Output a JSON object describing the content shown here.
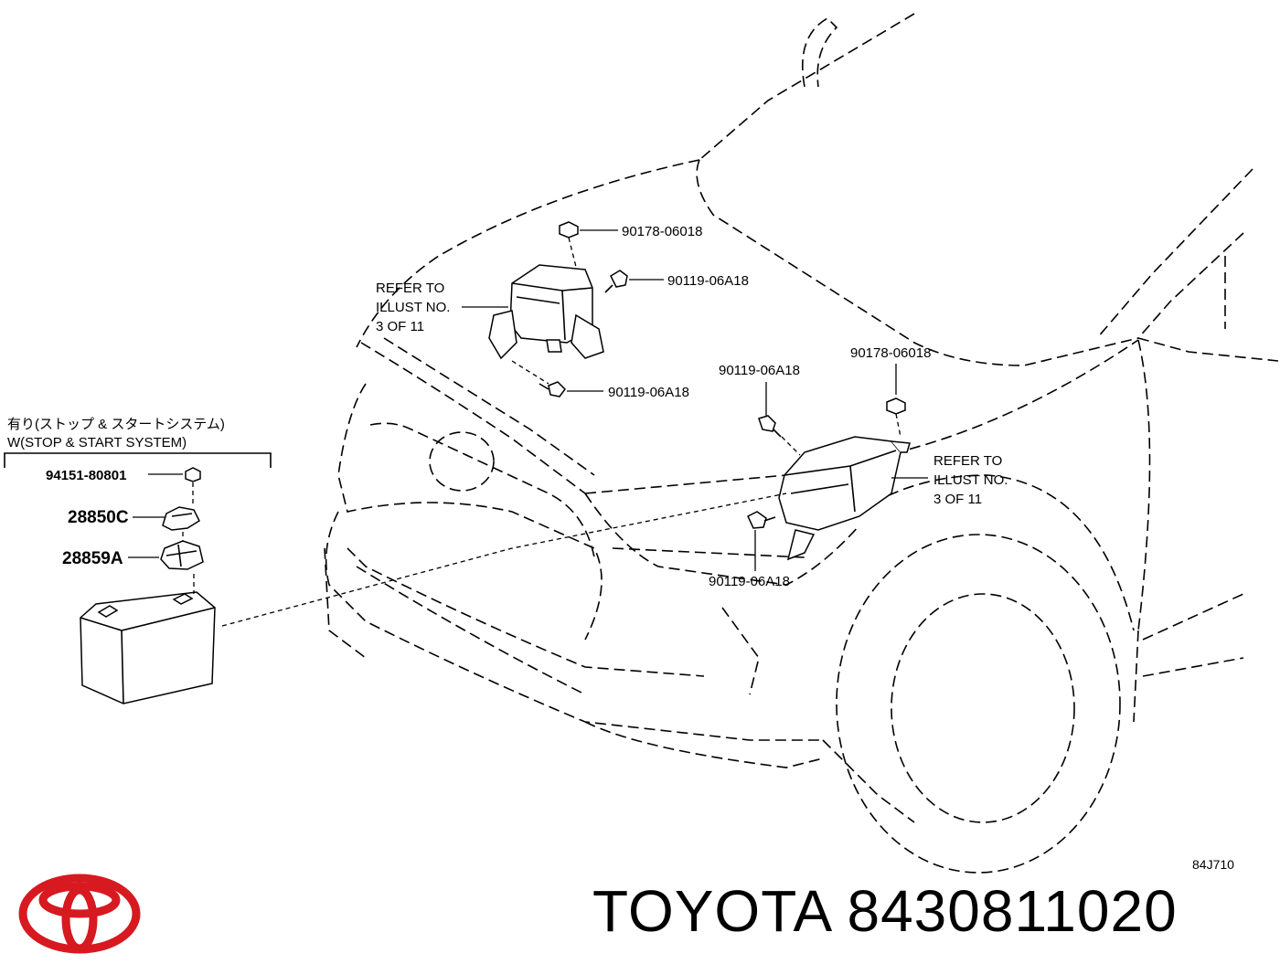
{
  "diagram": {
    "code": "84J710",
    "brand_color": "#d71920",
    "callouts": [
      {
        "id": "nut-top",
        "text": "90178-06018"
      },
      {
        "id": "bolt-top-right",
        "text": "90119-06A18"
      },
      {
        "id": "bolt-top-lower",
        "text": "90119-06A18"
      },
      {
        "id": "bolt-mid-upper",
        "text": "90119-06A18"
      },
      {
        "id": "nut-mid",
        "text": "90178-06018"
      },
      {
        "id": "bolt-mid-lower",
        "text": "90119-06A18"
      }
    ],
    "refer_left": [
      "REFER TO",
      "ILLUST NO.",
      "3 OF 11"
    ],
    "refer_right": [
      "REFER TO",
      "ILLUST NO.",
      "3 OF 11"
    ],
    "option_group": {
      "label_jp": "有り(ストップ & スタートシステム)",
      "label_en": "W(STOP & START SYSTEM)",
      "parts": [
        {
          "id": "nut",
          "text": "94151-80801"
        },
        {
          "id": "bracket",
          "text": "28850C"
        },
        {
          "id": "sensor",
          "text": "28859A"
        }
      ]
    }
  },
  "footer": {
    "brand": "TOYOTA",
    "part_number": "8430811020",
    "logo": "toyota-logo-icon"
  }
}
